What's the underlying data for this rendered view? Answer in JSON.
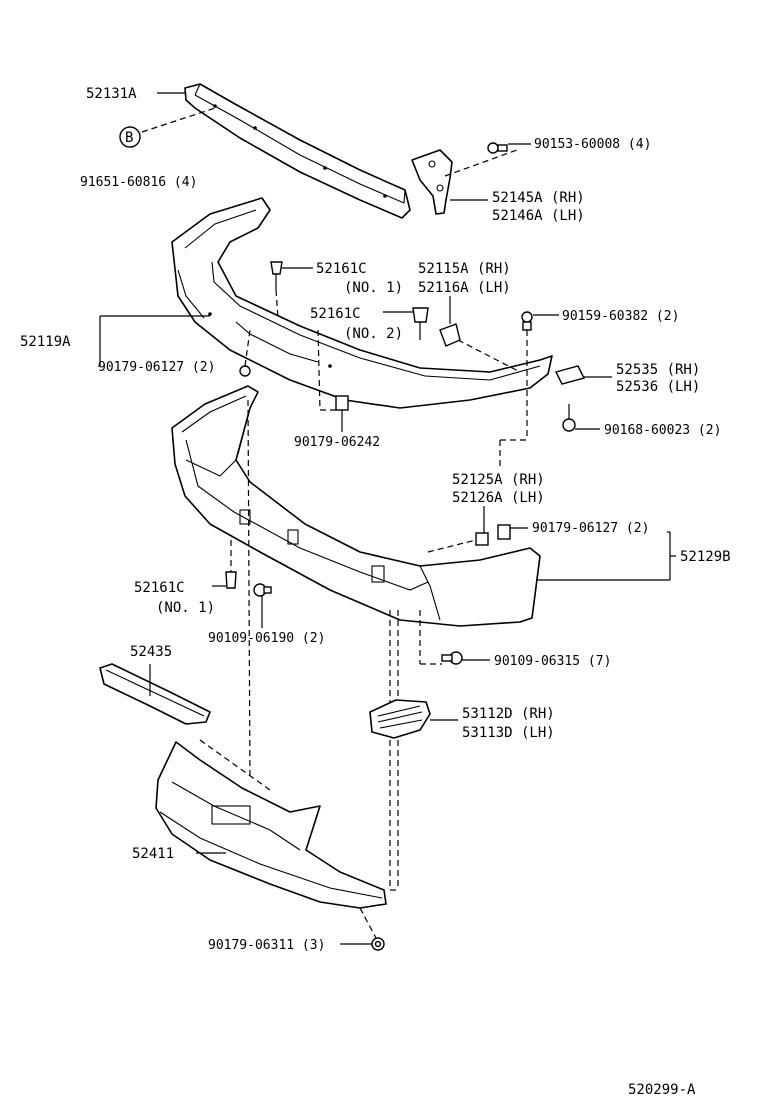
{
  "callouts": {
    "c52131A": "52131A",
    "b_marker": "B",
    "c91651": "91651-60816 (4)",
    "c90153": "90153-60008 (4)",
    "c52145A": "52145A (RH)",
    "c52146A": "52146A (LH)",
    "c52161C_1": "52161C",
    "c52161C_1_sub": "(NO. 1)",
    "c52115A": "52115A (RH)",
    "c52116A": "52116A (LH)",
    "c52161C_2": "52161C",
    "c52161C_2_sub": "(NO. 2)",
    "c90159": "90159-60382 (2)",
    "c52119A": "52119A",
    "c90179_06127_top": "90179-06127 (2)",
    "c52535": "52535 (RH)",
    "c52536": "52536 (LH)",
    "c90168": "90168-60023 (2)",
    "c90179_06242": "90179-06242",
    "c52125A": "52125A (RH)",
    "c52126A": "52126A (LH)",
    "c90179_06127_mid": "90179-06127 (2)",
    "c52129B": "52129B",
    "c52161C_3": "52161C",
    "c52161C_3_sub": "(NO. 1)",
    "c90109_06190": "90109-06190 (2)",
    "c52435": "52435",
    "c90109_06315": "90109-06315 (7)",
    "c53112D": "53112D (RH)",
    "c53113D": "53113D (LH)",
    "c52411": "52411",
    "c90179_06311": "90179-06311 (3)",
    "diagram_id": "520299-A"
  }
}
